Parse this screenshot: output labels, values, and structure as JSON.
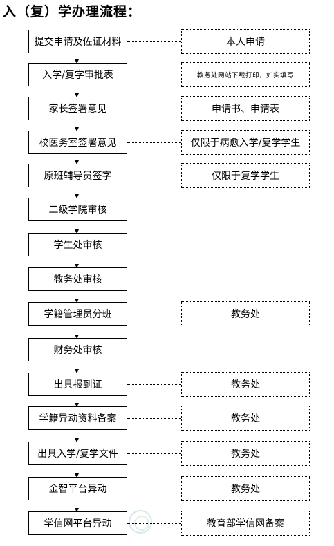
{
  "title": "入（复）学办理流程：",
  "steps": [
    "提交申请及佐证材料",
    "入学/复学审批表",
    "家长签署意见",
    "校医务室签署意见",
    "原班辅导员签字",
    "二级学院审核",
    "学生处审核",
    "教务处审核",
    "学籍管理员分班",
    "财务处审核",
    "出具报到证",
    "学籍异动资料备案",
    "出具入学/复学文件",
    "金智平台异动",
    "学信网平台异动"
  ],
  "notes": [
    {
      "step": 0,
      "text": "本人申请"
    },
    {
      "step": 1,
      "text": "教务处网站下载打印，如实填写"
    },
    {
      "step": 2,
      "text": "申请书、申请表"
    },
    {
      "step": 3,
      "text": "仅限于病愈入学/复学学生"
    },
    {
      "step": 4,
      "text": "仅限于复学学生"
    },
    {
      "step": 8,
      "text": "教务处"
    },
    {
      "step": 10,
      "text": "教务处"
    },
    {
      "step": 11,
      "text": "教务处"
    },
    {
      "step": 12,
      "text": "教务处"
    },
    {
      "step": 13,
      "text": "教务处"
    },
    {
      "step": 14,
      "text": "教育部学信网备案"
    }
  ]
}
